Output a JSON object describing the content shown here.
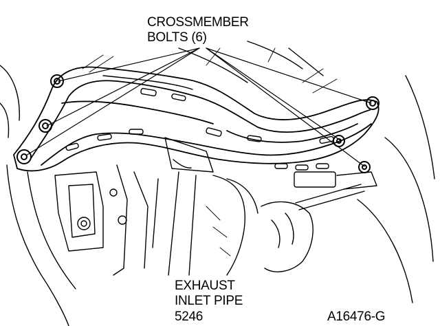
{
  "labels": {
    "crossmember_line1": "CROSSMEMBER",
    "crossmember_line2": "BOLTS (6)",
    "exhaust_line1": "EXHAUST",
    "exhaust_line2": "INLET PIPE",
    "exhaust_line3": "5246",
    "figure_id": "A16476-G"
  },
  "colors": {
    "ink": "#000000",
    "paper": "#ffffff"
  }
}
